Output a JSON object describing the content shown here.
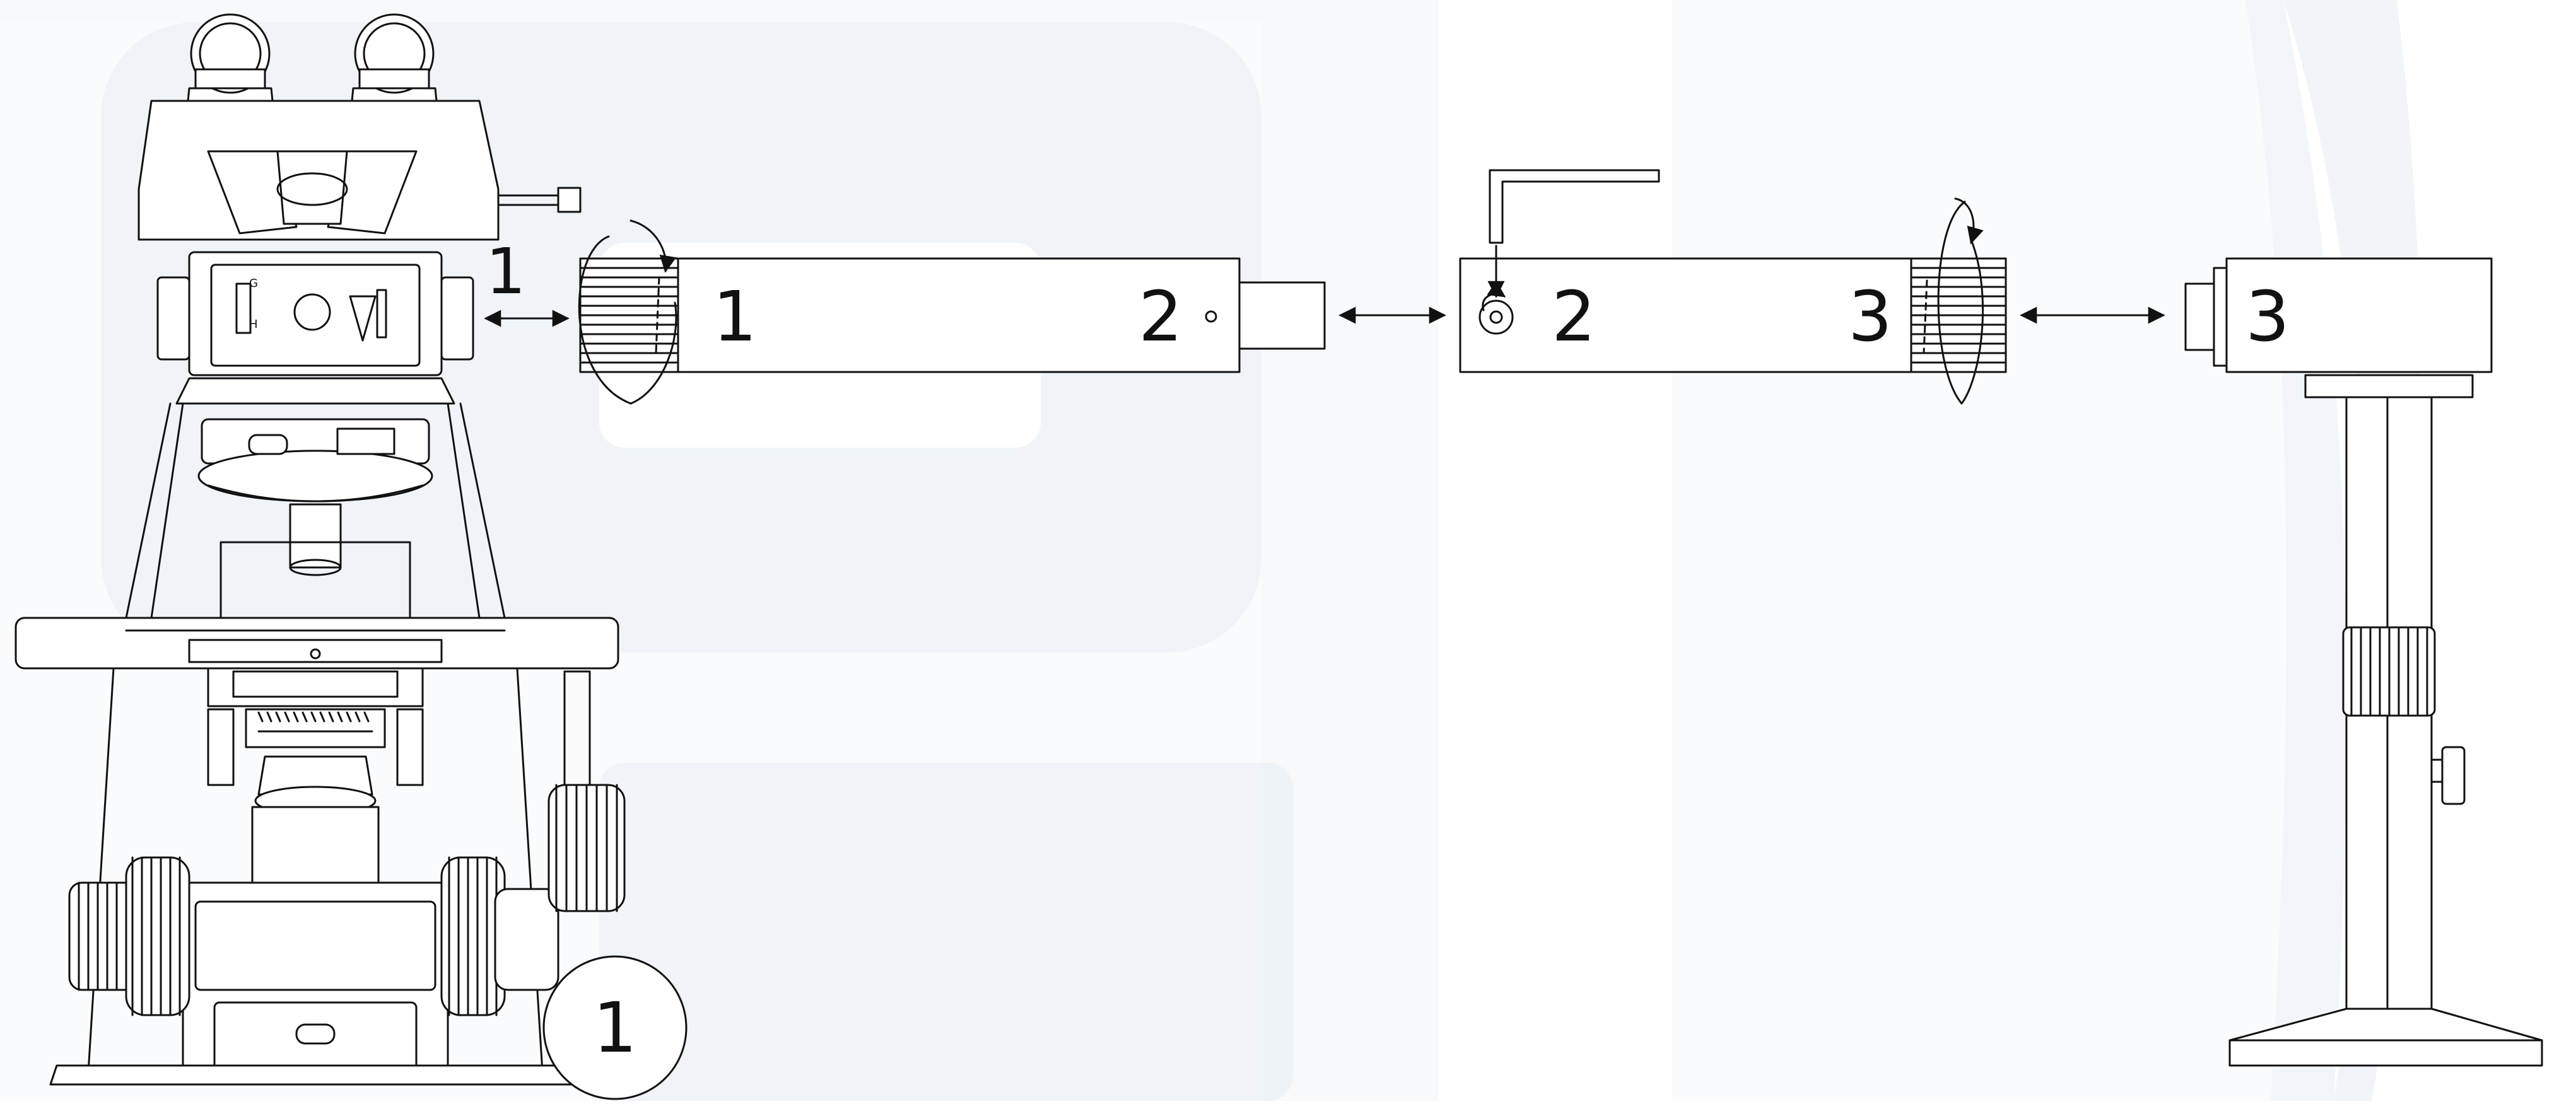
{
  "figure": {
    "labels": {
      "microscope_port": "1",
      "extension_tube_a_left": "1",
      "extension_tube_a_right": "2",
      "extension_tube_b_left": "2",
      "extension_tube_b_right": "3",
      "stand_head": "3",
      "circled_step": "1"
    },
    "filter_slider_marks": {
      "top": "G",
      "bottom": "H"
    },
    "tool": "hex-key",
    "colors": {
      "line": "#111111",
      "background_watermark": "#f0f4f8",
      "paper": "#ffffff"
    }
  }
}
